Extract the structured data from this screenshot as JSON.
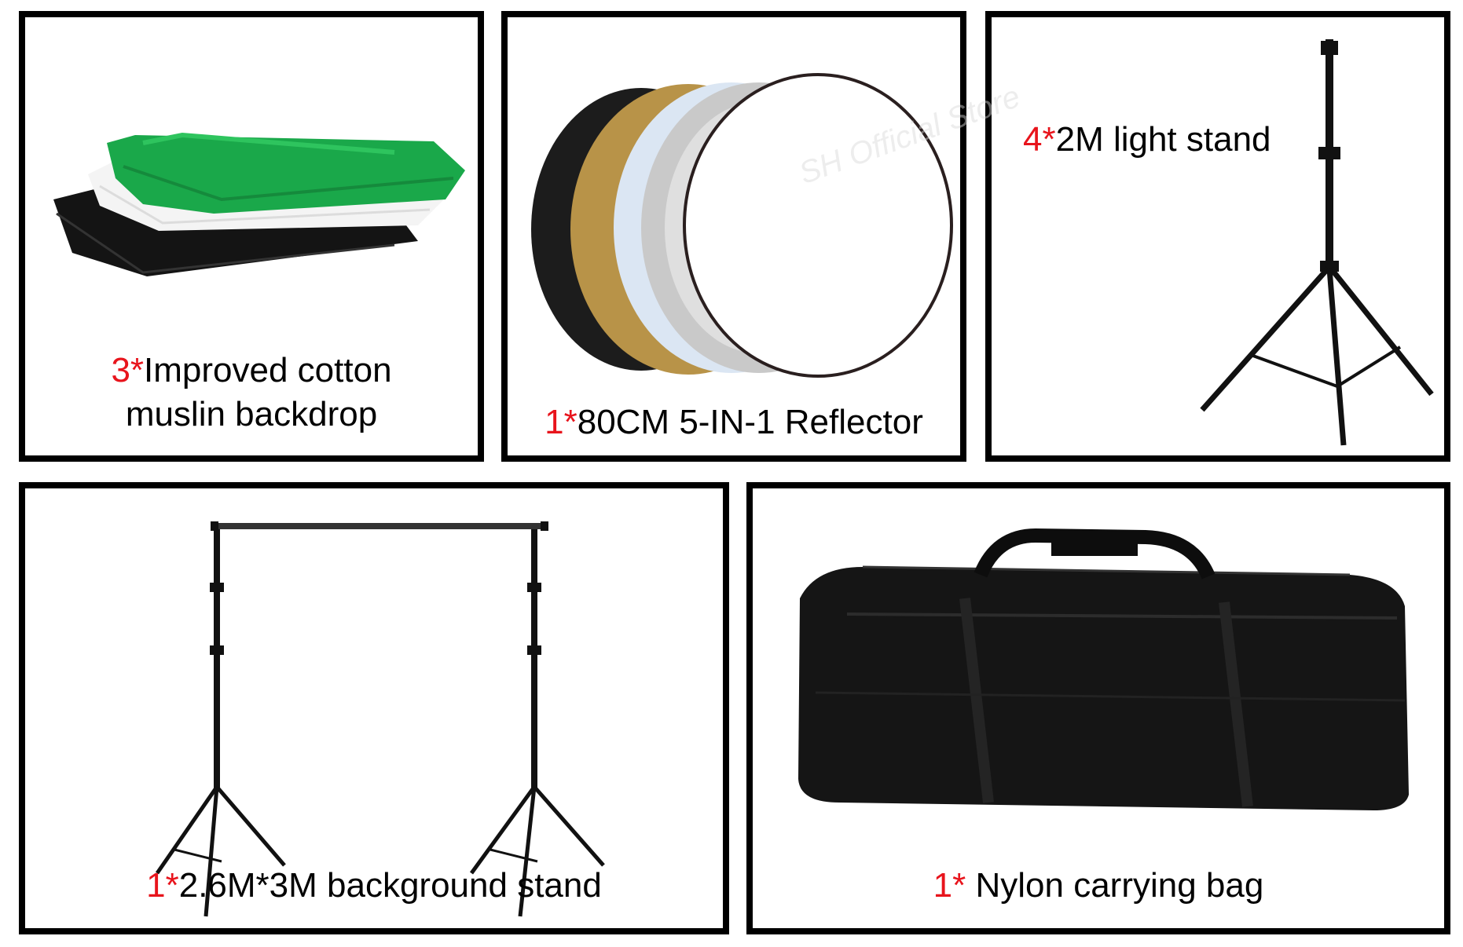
{
  "watermark": "SH Official Store",
  "colors": {
    "quantity": "#e8141c",
    "border": "#000000",
    "green": "#1aa84a"
  },
  "items": [
    {
      "qty": "3*",
      "name_line1": "Improved cotton",
      "name_line2": "muslin backdrop"
    },
    {
      "qty": "1*",
      "name": "80CM 5-IN-1 Reflector"
    },
    {
      "qty": "4*",
      "name": "2M light stand"
    },
    {
      "qty": "1*",
      "name": "2.6M*3M background stand"
    },
    {
      "qty": "1*",
      "name": " Nylon carrying bag"
    }
  ]
}
